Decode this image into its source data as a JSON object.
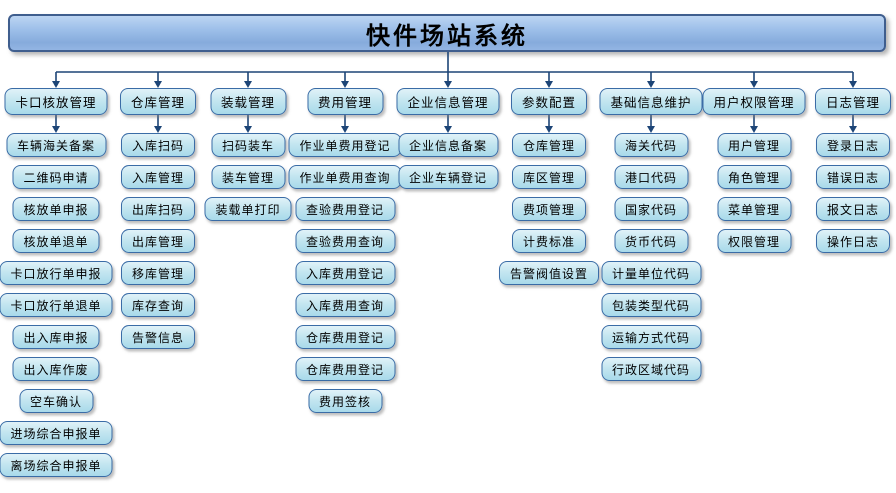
{
  "root": {
    "title": "快件场站系统"
  },
  "columns": [
    {
      "label": "卡口核放管理",
      "items": [
        "车辆海关备案",
        "二维码申请",
        "核放单申报",
        "核放单退单",
        "卡口放行单申报",
        "卡口放行单退单",
        "出入库申报",
        "出入库作废",
        "空车确认",
        "进场综合申报单",
        "离场综合申报单"
      ]
    },
    {
      "label": "仓库管理",
      "items": [
        "入库扫码",
        "入库管理",
        "出库扫码",
        "出库管理",
        "移库管理",
        "库存查询",
        "告警信息"
      ]
    },
    {
      "label": "装载管理",
      "items": [
        "扫码装车",
        "装车管理",
        "装载单打印"
      ]
    },
    {
      "label": "费用管理",
      "items": [
        "作业单费用登记",
        "作业单费用查询",
        "查验费用登记",
        "查验费用查询",
        "入库费用登记",
        "入库费用查询",
        "仓库费用登记",
        "仓库费用登记",
        "费用签核"
      ]
    },
    {
      "label": "企业信息管理",
      "items": [
        "企业信息备案",
        "企业车辆登记"
      ]
    },
    {
      "label": "参数配置",
      "items": [
        "仓库管理",
        "库区管理",
        "费项管理",
        "计费标准",
        "告警阀值设置"
      ]
    },
    {
      "label": "基础信息维护",
      "items": [
        "海关代码",
        "港口代码",
        "国家代码",
        "货币代码",
        "计量单位代码",
        "包装类型代码",
        "运输方式代码",
        "行政区域代码"
      ]
    },
    {
      "label": "用户权限管理",
      "items": [
        "用户管理",
        "角色管理",
        "菜单管理",
        "权限管理"
      ]
    },
    {
      "label": "日志管理",
      "items": [
        "登录日志",
        "错误日志",
        "报文日志",
        "操作日志"
      ]
    }
  ],
  "colors": {
    "connector": "#1d4577",
    "node_border": "#3a6ca6",
    "node_fill_top": "#e0f2f8",
    "node_fill_bottom": "#a8daea",
    "banner_border": "#3f5e8e",
    "banner_fill_top": "#bcd5f2",
    "banner_fill_bottom": "#86abdc",
    "background": "#ffffff"
  }
}
